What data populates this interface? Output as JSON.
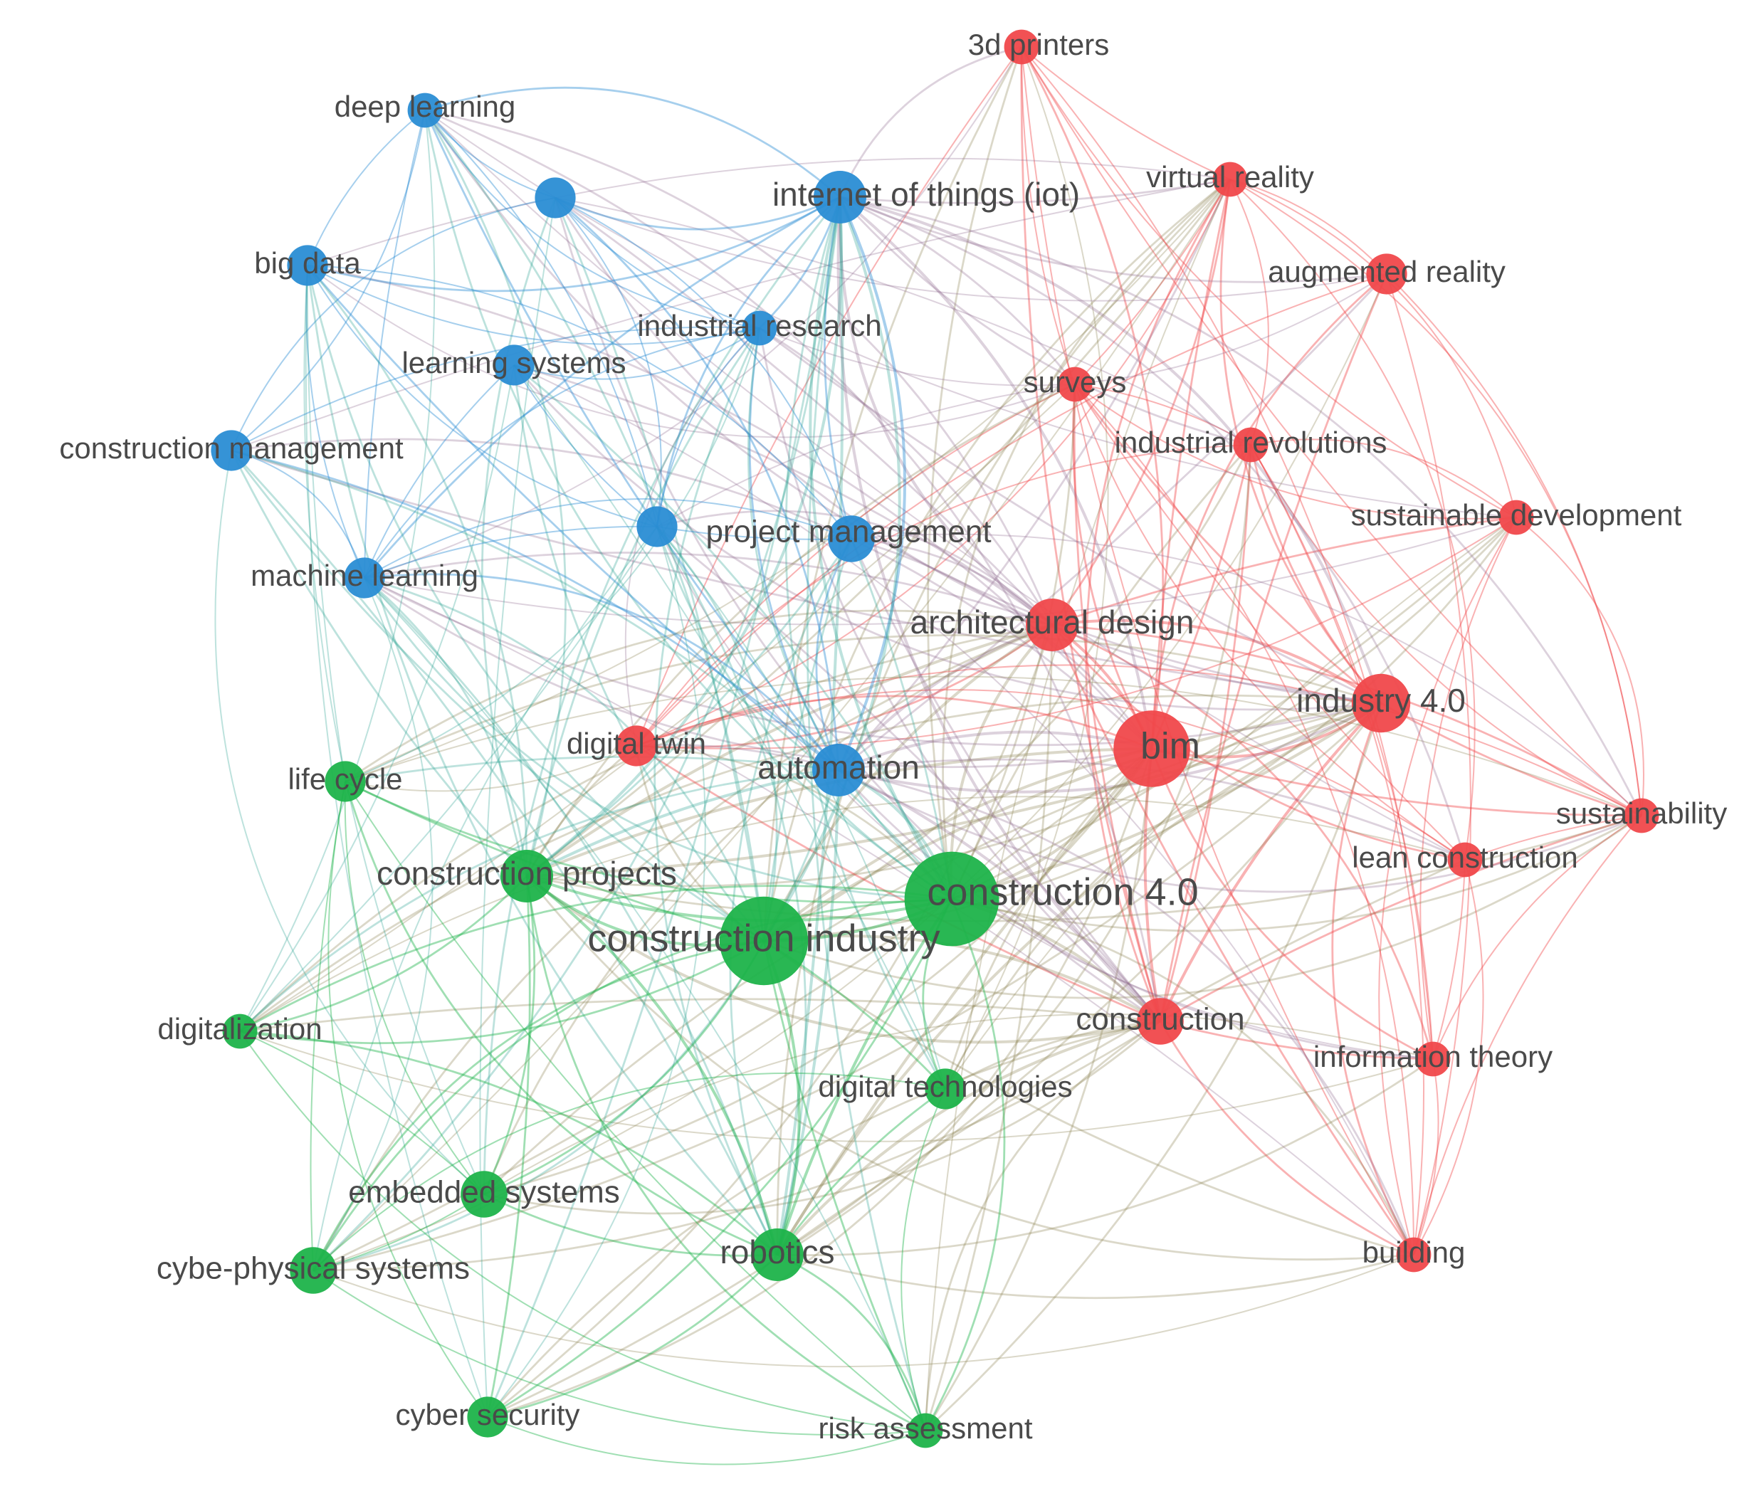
{
  "network": {
    "clusters": [
      {
        "id": "red",
        "color": "#f0484b"
      },
      {
        "id": "green",
        "color": "#1db34a"
      },
      {
        "id": "blue",
        "color": "#2a8dd4"
      }
    ],
    "nodes": [
      {
        "id": "3d-printers",
        "label": "3d printers",
        "cluster": "red",
        "weight": 2
      },
      {
        "id": "virtual-reality",
        "label": "virtual reality",
        "cluster": "red",
        "weight": 2
      },
      {
        "id": "augmented-reality",
        "label": "augmented reality",
        "cluster": "red",
        "weight": 3
      },
      {
        "id": "surveys",
        "label": "surveys",
        "cluster": "red",
        "weight": 2
      },
      {
        "id": "industrial-revolutions",
        "label": "industrial revolutions",
        "cluster": "red",
        "weight": 2
      },
      {
        "id": "sustainable-development",
        "label": "sustainable development",
        "cluster": "red",
        "weight": 2
      },
      {
        "id": "architectural-design",
        "label": "architectural design",
        "cluster": "red",
        "weight": 5
      },
      {
        "id": "industry-4-0",
        "label": "industry 4.0",
        "cluster": "red",
        "weight": 6
      },
      {
        "id": "bim",
        "label": "bim",
        "cluster": "red",
        "weight": 9
      },
      {
        "id": "digital-twin",
        "label": "digital twin",
        "cluster": "red",
        "weight": 3
      },
      {
        "id": "sustainability",
        "label": "sustainability",
        "cluster": "red",
        "weight": 2
      },
      {
        "id": "lean-construction",
        "label": "lean construction",
        "cluster": "red",
        "weight": 2
      },
      {
        "id": "construction",
        "label": "construction",
        "cluster": "red",
        "weight": 4
      },
      {
        "id": "information-theory",
        "label": "information theory",
        "cluster": "red",
        "weight": 2
      },
      {
        "id": "building",
        "label": "building",
        "cluster": "red",
        "weight": 2
      },
      {
        "id": "deep-learning",
        "label": "deep learning",
        "cluster": "blue",
        "weight": 2
      },
      {
        "id": "unlabeled-blue",
        "label": "",
        "cluster": "blue",
        "weight": 3
      },
      {
        "id": "internet-of-things",
        "label": "internet of things (iot)",
        "cluster": "blue",
        "weight": 5
      },
      {
        "id": "big-data",
        "label": "big data",
        "cluster": "blue",
        "weight": 3
      },
      {
        "id": "industrial-research",
        "label": "industrial research",
        "cluster": "blue",
        "weight": 2
      },
      {
        "id": "learning-systems",
        "label": "learning systems",
        "cluster": "blue",
        "weight": 3
      },
      {
        "id": "construction-management",
        "label": "construction management",
        "cluster": "blue",
        "weight": 3
      },
      {
        "id": "project-management-dot",
        "label": "",
        "cluster": "blue",
        "weight": 3
      },
      {
        "id": "project-management",
        "label": "project management",
        "cluster": "blue",
        "weight": 4
      },
      {
        "id": "machine-learning",
        "label": "machine learning",
        "cluster": "blue",
        "weight": 3
      },
      {
        "id": "automation",
        "label": "automation",
        "cluster": "blue",
        "weight": 5
      },
      {
        "id": "life-cycle",
        "label": "life cycle",
        "cluster": "green",
        "weight": 3
      },
      {
        "id": "construction-projects",
        "label": "construction projects",
        "cluster": "green",
        "weight": 5
      },
      {
        "id": "construction-4-0",
        "label": "construction 4.0",
        "cluster": "green",
        "weight": 12
      },
      {
        "id": "construction-industry",
        "label": "construction industry",
        "cluster": "green",
        "weight": 11
      },
      {
        "id": "digitalization",
        "label": "digitalization",
        "cluster": "green",
        "weight": 2
      },
      {
        "id": "digital-technologies",
        "label": "digital technologies",
        "cluster": "green",
        "weight": 3
      },
      {
        "id": "embedded-systems",
        "label": "embedded systems",
        "cluster": "green",
        "weight": 4
      },
      {
        "id": "cyber-physical-systems",
        "label": "cybe-physical systems",
        "cluster": "green",
        "weight": 4
      },
      {
        "id": "robotics",
        "label": "robotics",
        "cluster": "green",
        "weight": 5
      },
      {
        "id": "cyber-security",
        "label": "cyber security",
        "cluster": "green",
        "weight": 3
      },
      {
        "id": "risk-assessment",
        "label": "risk assessment",
        "cluster": "green",
        "weight": 2
      }
    ],
    "hubs": [
      "construction-4-0",
      "construction-industry",
      "bim",
      "industry-4-0",
      "architectural-design",
      "automation",
      "internet-of-things",
      "construction-projects",
      "construction",
      "robotics"
    ]
  }
}
